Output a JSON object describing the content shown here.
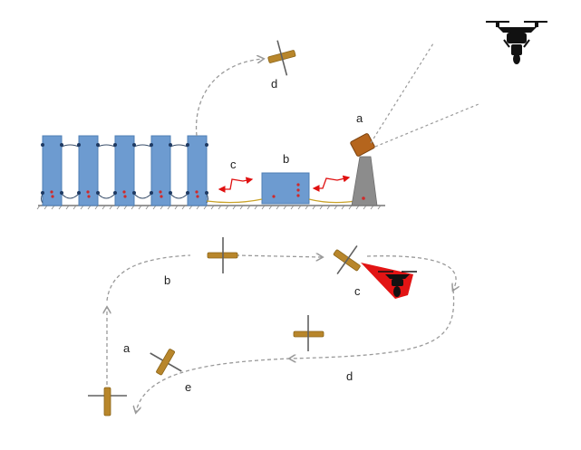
{
  "labels": {
    "top_a": "a",
    "top_b": "b",
    "top_c": "c",
    "top_d": "d",
    "bottom_a": "a",
    "bottom_b": "b",
    "bottom_c": "c",
    "bottom_d": "d",
    "bottom_e": "e"
  },
  "colors": {
    "panel": "#6d9bd0",
    "kite_wing": "#b8862b",
    "launcher_head": "#b5651d",
    "launcher_base": "#8c8c8c",
    "drone": "#111111",
    "capture_zone": "#e00000",
    "arrow": "#e01010",
    "path": "#9a9a9a"
  },
  "icons": {
    "drone": "drone-icon",
    "kite": "kite-wing-icon",
    "launcher": "launcher-tower-icon"
  }
}
